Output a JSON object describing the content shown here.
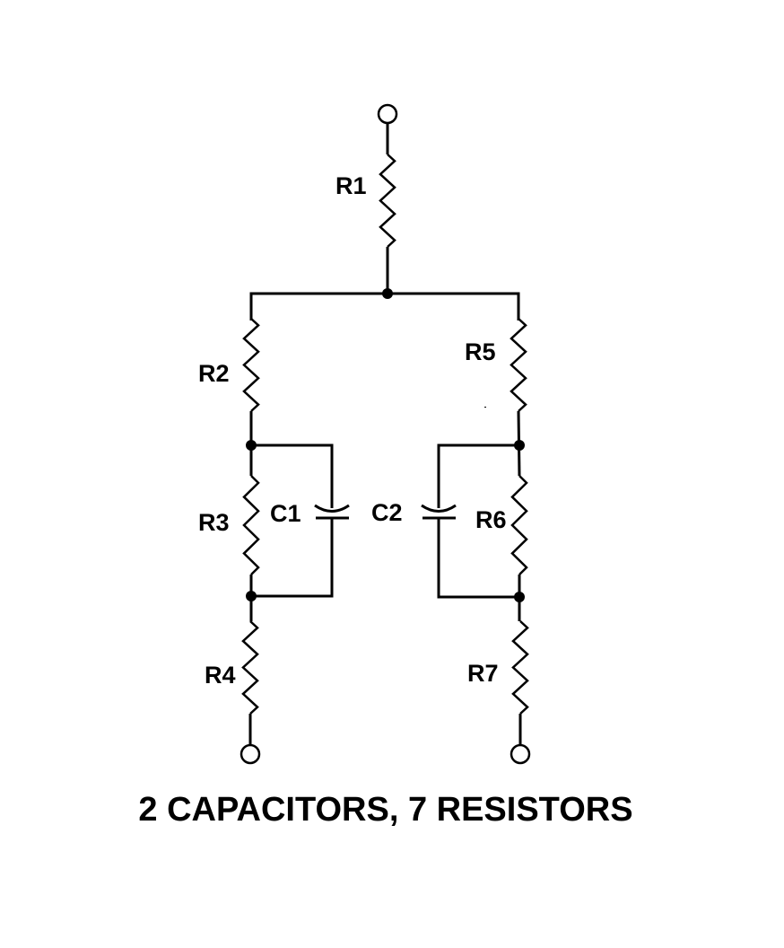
{
  "diagram": {
    "title": "2 CAPACITORS, 7 RESISTORS",
    "components": {
      "resistors": [
        {
          "id": "R1",
          "label": "R1"
        },
        {
          "id": "R2",
          "label": "R2"
        },
        {
          "id": "R3",
          "label": "R3"
        },
        {
          "id": "R4",
          "label": "R4"
        },
        {
          "id": "R5",
          "label": "R5"
        },
        {
          "id": "R6",
          "label": "R6"
        },
        {
          "id": "R7",
          "label": "R7"
        }
      ],
      "capacitors": [
        {
          "id": "C1",
          "label": "C1",
          "parallel_with": "R3"
        },
        {
          "id": "C2",
          "label": "C2",
          "parallel_with": "R6"
        }
      ]
    },
    "terminals": [
      "top",
      "bottom-left",
      "bottom-right"
    ],
    "colors": {
      "stroke": "#000000",
      "background": "#ffffff"
    }
  }
}
